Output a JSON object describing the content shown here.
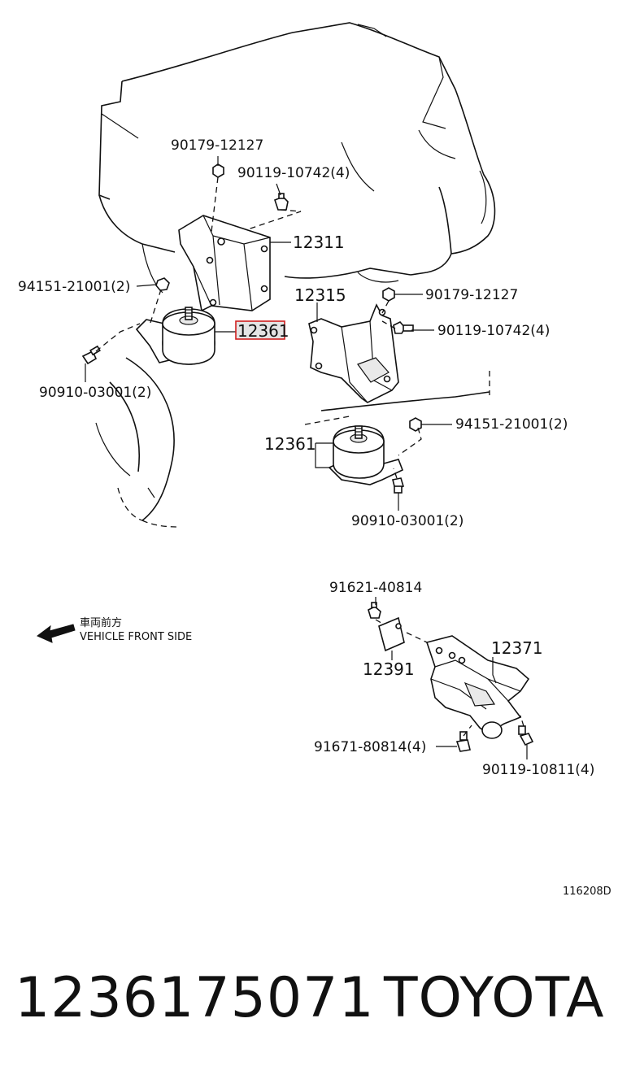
{
  "callouts": {
    "c1": "90179-12127",
    "c2": "90119-10742(4)",
    "c3": "12311",
    "c4": "94151-21001(2)",
    "c5": "12361",
    "c6": "90910-03001(2)",
    "c7": "12315",
    "c8": "90179-12127",
    "c9": "90119-10742(4)",
    "c10": "94151-21001(2)",
    "c11": "12361",
    "c12": "90910-03001(2)",
    "c13": "91621-40814",
    "c14": "12391",
    "c15": "12371",
    "c16": "91671-80814(4)",
    "c17": "90119-10811(4)"
  },
  "direction": {
    "label_jp": "車両前方",
    "label_en": "VEHICLE FRONT SIDE"
  },
  "diagram_id": "116208D",
  "footer": {
    "part_number": "1236175071",
    "brand": "TOYOTA"
  },
  "colors": {
    "highlight_fill": "#e4e4e4",
    "highlight_border": "#d02020"
  }
}
